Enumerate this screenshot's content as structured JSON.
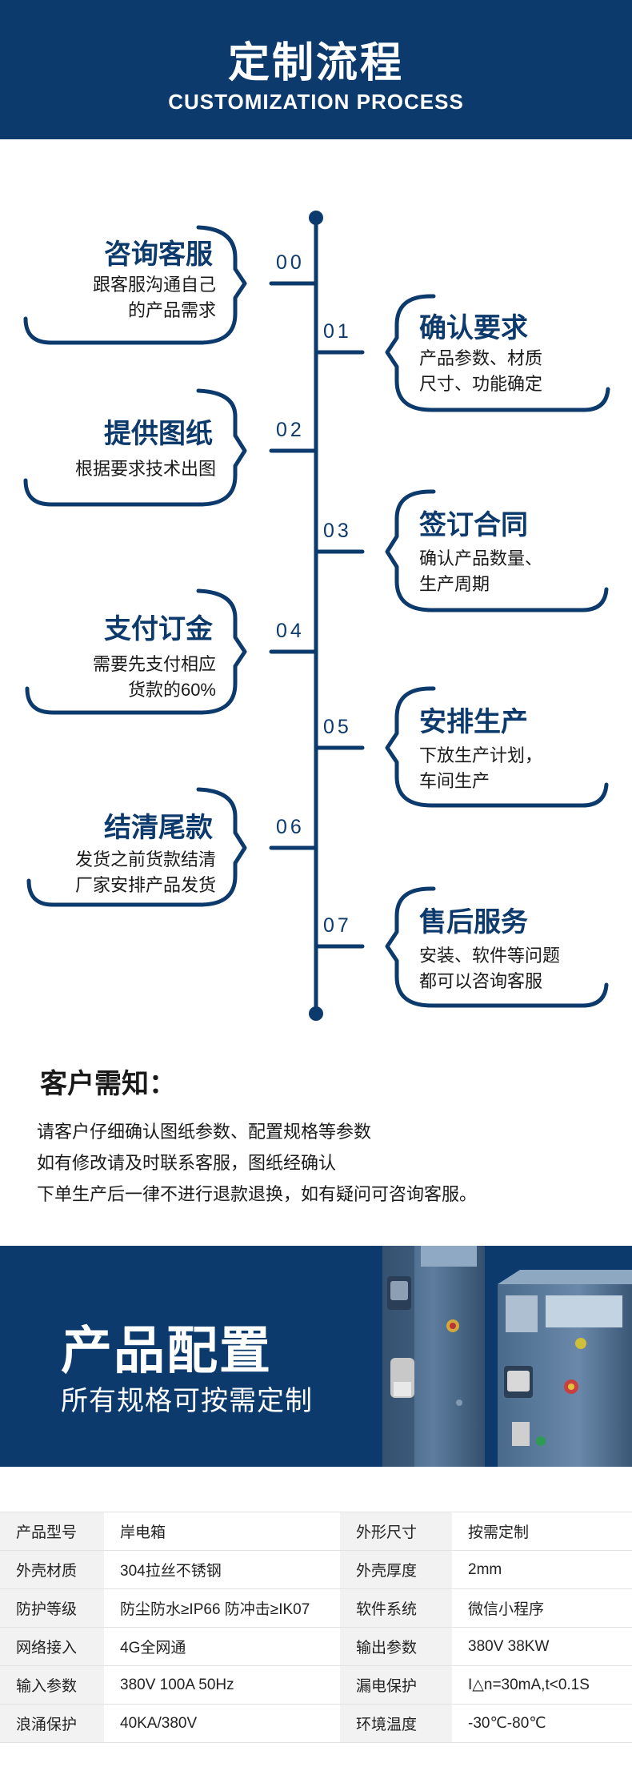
{
  "header": {
    "title": "定制流程",
    "subtitle": "CUSTOMIZATION PROCESS"
  },
  "steps": [
    {
      "num": "00",
      "title": "咨询客服",
      "desc": [
        "跟客服沟通自己",
        "的产品需求"
      ]
    },
    {
      "num": "01",
      "title": "确认要求",
      "desc": [
        "产品参数、材质",
        "尺寸、功能确定"
      ]
    },
    {
      "num": "02",
      "title": "提供图纸",
      "desc": [
        "根据要求技术出图"
      ]
    },
    {
      "num": "03",
      "title": "签订合同",
      "desc": [
        "确认产品数量、",
        "生产周期"
      ]
    },
    {
      "num": "04",
      "title": "支付订金",
      "desc": [
        "需要先支付相应",
        "货款的60%"
      ]
    },
    {
      "num": "05",
      "title": "安排生产",
      "desc": [
        "下放生产计划，",
        "车间生产"
      ]
    },
    {
      "num": "06",
      "title": "结清尾款",
      "desc": [
        "发货之前货款结清",
        "厂家安排产品发货"
      ]
    },
    {
      "num": "07",
      "title": "售后服务",
      "desc": [
        "安装、软件等问题",
        "都可以咨询客服"
      ]
    }
  ],
  "notice": {
    "title": "客户需知：",
    "lines": [
      "请客户仔细确认图纸参数、配置规格等参数",
      "如有修改请及时联系客服，图纸经确认",
      "下单生产后一律不进行退款退换，如有疑问可咨询客服。"
    ]
  },
  "banner": {
    "title": "产品配置",
    "subtitle": "所有规格可按需定制"
  },
  "spec": [
    [
      "产品型号",
      "岸电箱",
      "外形尺寸",
      "按需定制"
    ],
    [
      "外壳材质",
      "304拉丝不锈钢",
      "外壳厚度",
      "2mm"
    ],
    [
      "防护等级",
      "防尘防水≥IP66 防冲击≥IK07",
      "软件系统",
      "微信小程序"
    ],
    [
      "网络接入",
      "4G全网通",
      "输出参数",
      "380V 38KW"
    ],
    [
      "输入参数",
      "380V 100A 50Hz",
      "漏电保护",
      "I△n=30mA,t<0.1S"
    ],
    [
      "浪涌保护",
      "40KA/380V",
      "环境温度",
      "-30℃-80℃"
    ]
  ],
  "colors": {
    "brand": "#0c3a6c",
    "table_key_bg": "#f2f2f2"
  }
}
